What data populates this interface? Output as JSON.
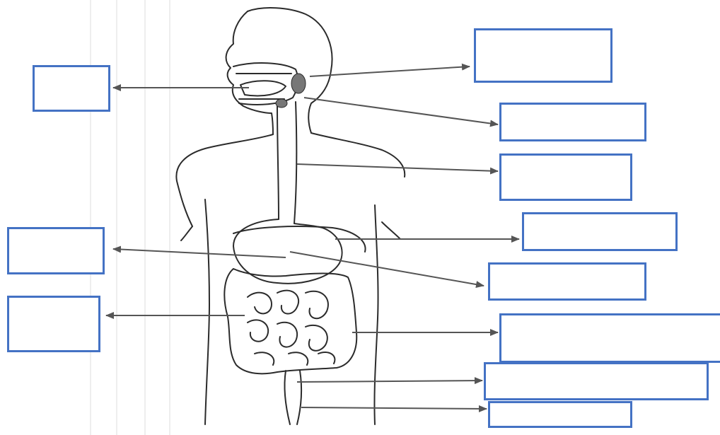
{
  "diagram": {
    "colors": {
      "outline": "#2b2b2b",
      "arrow": "#555555",
      "box_border": "#4472c4"
    },
    "label_boxes": [
      {
        "id": "left-1",
        "text": ""
      },
      {
        "id": "left-2",
        "text": ""
      },
      {
        "id": "left-3",
        "text": ""
      },
      {
        "id": "right-1",
        "text": ""
      },
      {
        "id": "right-2",
        "text": ""
      },
      {
        "id": "right-3",
        "text": ""
      },
      {
        "id": "right-4",
        "text": ""
      },
      {
        "id": "right-5",
        "text": ""
      },
      {
        "id": "right-6",
        "text": ""
      },
      {
        "id": "right-7",
        "text": ""
      },
      {
        "id": "right-8",
        "text": ""
      }
    ]
  }
}
